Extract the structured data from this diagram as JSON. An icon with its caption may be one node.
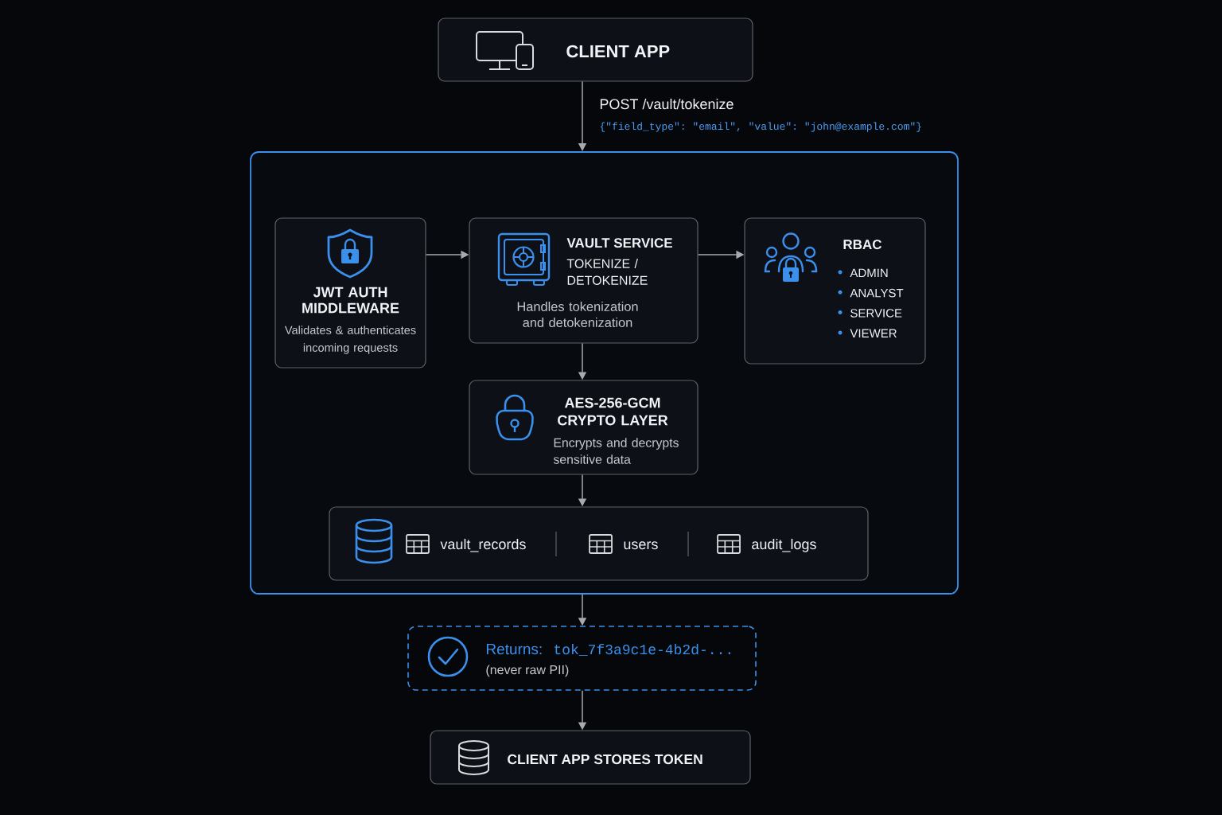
{
  "diagram": {
    "nodes": [
      {
        "text": [
          "CLIENT APP"
        ]
      },
      {
        "text": [],
        "shape": "box"
      },
      {
        "text": [
          "JWT AUTH MIDDLEWARE",
          "Validates & authenticates incoming requests"
        ],
        "in": 1
      },
      {
        "text": [
          "VAULT SERVICE",
          "TOKENIZE / DETOKENIZE",
          "Handles tokenization and detokenization"
        ],
        "in": 1
      },
      {
        "text": [
          "RBAC",
          "ADMIN",
          "ANALYST",
          "SERVICE",
          "VIEWER"
        ],
        "in": 1
      },
      {
        "text": [
          "AES-256-GCM CRYPTO LAYER",
          "Encrypts and decrypts sensitive data"
        ],
        "in": 1
      },
      {
        "text": [
          "vault_records",
          "users",
          "audit_logs"
        ],
        "in": 1
      },
      {
        "text": [
          "Returns:",
          "tok_7f3a9c1e-4b2d-...",
          "(never raw PII)"
        ]
      },
      {
        "text": [
          "CLIENT APP STORES TOKEN"
        ]
      }
    ],
    "edges": [
      {
        "from": 0,
        "to": 1,
        "arrow": "to",
        "label": "POST /vault/tokenize"
      },
      {
        "from": 2,
        "to": 3,
        "arrow": "to"
      },
      {
        "from": 3,
        "to": 4,
        "arrow": "to"
      },
      {
        "from": 3,
        "to": 5,
        "arrow": "to"
      },
      {
        "from": 5,
        "to": 6,
        "arrow": "to"
      },
      {
        "from": 1,
        "to": 7,
        "arrow": "to"
      },
      {
        "from": 7,
        "to": 8,
        "arrow": "to"
      }
    ],
    "labels": [
      "{\"field_type\": \"email\", \"value\": \"john@example.com\"}"
    ]
  }
}
